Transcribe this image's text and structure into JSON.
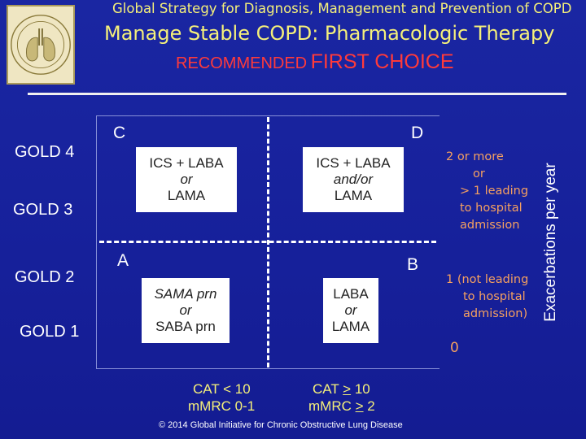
{
  "header": {
    "strategy": "Global Strategy for Diagnosis, Management and Prevention of COPD",
    "title": "Manage Stable COPD:  Pharmacologic Therapy",
    "subtitle_a": "RECOMMENDED",
    "subtitle_b": "FIRST CHOICE"
  },
  "gold_levels": [
    "GOLD 4",
    "GOLD 3",
    "GOLD 2",
    "GOLD 1"
  ],
  "quadrants": {
    "C": {
      "letter": "C",
      "lines": [
        "ICS + LABA",
        "or",
        "LAMA"
      ]
    },
    "D": {
      "letter": "D",
      "lines": [
        "ICS + LABA",
        "and/or",
        "LAMA"
      ]
    },
    "A": {
      "letter": "A",
      "lines": [
        "SAMA prn",
        "or",
        "SABA prn"
      ]
    },
    "B": {
      "letter": "B",
      "lines": [
        "LABA",
        "or",
        "LAMA"
      ]
    }
  },
  "exacerbations": {
    "high": [
      "2 or more",
      "or",
      "> 1  leading",
      "to  hospital",
      "admission"
    ],
    "low": [
      "1 (not leading",
      "to hospital",
      "admission)"
    ],
    "zero": "0",
    "axis_label": "Exacerbations  per year"
  },
  "symptoms": {
    "low": [
      "CAT < 10",
      "mMRC 0-1"
    ],
    "high_cat_prefix": "CAT ",
    "high_cat_sym": ">",
    "high_cat_val": " 10",
    "high_mmrc_prefix": "mMRC ",
    "high_mmrc_sym": ">",
    "high_mmrc_val": " 2"
  },
  "footer": {
    "copyright": "© 2014 Global Initiative for Chronic Obstructive Lung Disease"
  },
  "colors": {
    "background": "#18249a",
    "title": "#f5f07a",
    "subtitle": "#ff3a3a",
    "exacerbation_text": "#f5a060"
  }
}
